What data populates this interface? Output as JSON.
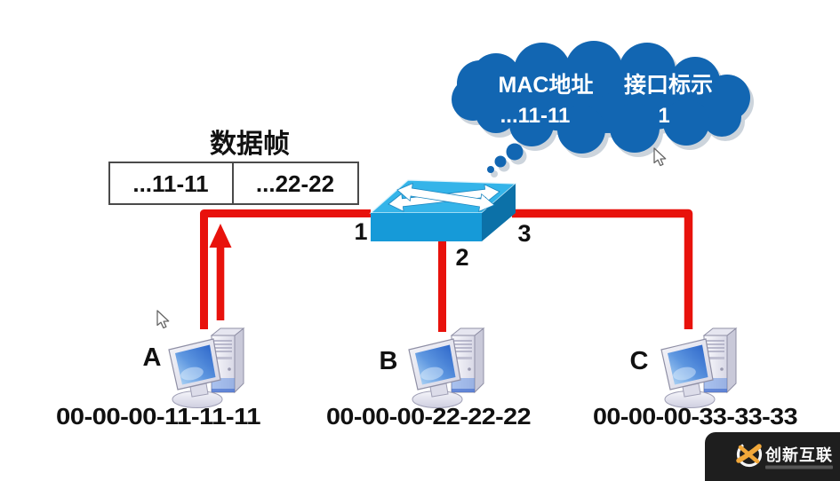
{
  "cloud": {
    "header_mac": "MAC地址",
    "header_port": "接口标示",
    "entry_mac": "...11-11",
    "entry_port": "1"
  },
  "frame": {
    "title": "数据帧",
    "dest_mac": "...11-11",
    "src_mac": "...22-22"
  },
  "switch_ports": {
    "p1": "1",
    "p2": "2",
    "p3": "3"
  },
  "hosts": [
    {
      "name": "A",
      "mac": "00-00-00-11-11-11"
    },
    {
      "name": "B",
      "mac": "00-00-00-22-22-22"
    },
    {
      "name": "C",
      "mac": "00-00-00-33-33-33"
    }
  ],
  "watermark": {
    "brand": "创新互联"
  },
  "colors": {
    "cable_red": "#e8120c",
    "cloud_blue": "#1266b2",
    "cloud_shadow": "#c4cdd6",
    "switch_top": "#34b4e9",
    "switch_front": "#169ad8",
    "switch_side": "#0c71a8",
    "frame_border": "#4a4a4a",
    "watermark_bg": "#121212",
    "watermark_accent": "#f2a83a"
  }
}
